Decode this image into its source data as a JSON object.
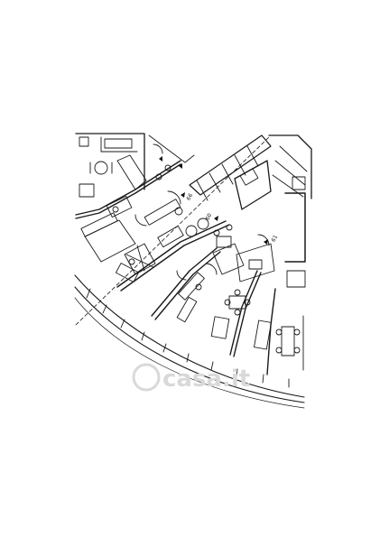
{
  "plan": {
    "labels": {
      "label_a": "66",
      "label_b": "60",
      "label_c": "61"
    },
    "watermark": "casa.it",
    "colors": {
      "ink": "#1a1a1a",
      "paper": "#ffffff",
      "watermark": "#d9d9d9"
    }
  }
}
